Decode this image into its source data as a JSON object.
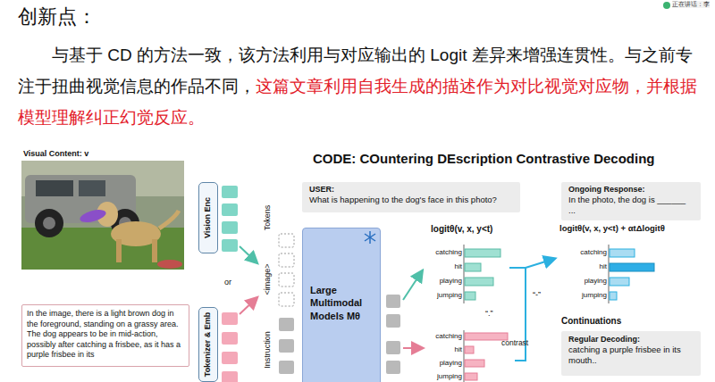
{
  "diagram": {
    "title": "CODE: COuntering DEscription Contrastive Decoding",
    "nodes": [
      {
        "text": [
          "USER:",
          "What is happening to the dog's face in this photo?"
        ]
      },
      {
        "text": [
          "Ongoing Response:",
          "In the photo, the dog is ______ ..."
        ]
      },
      {
        "text": [
          "Vision Enc"
        ]
      },
      {
        "text": [
          "Tokenizer & Emb"
        ]
      },
      {
        "text": [
          "Large Multimodal Models Mθ"
        ]
      },
      {
        "text": [
          "In the image, there is a light brown dog in the foreground, standing on a grassy area. The dog appears to be in mid-action, possibly after catching a frisbee, as it has a purple frisbee in its"
        ]
      },
      {
        "text": [
          "Regular Decoding:",
          "catching a purple frisbee in its mouth.."
        ]
      }
    ],
    "labels": [
      "正在讲话：李",
      "创新点：",
      "与基于 CD 的方法一致，该方法利用与对应输出的 Logit 差异来增强连贯性。与之前专注于扭曲视觉信息的作品不同，",
      "这篇文章利用自我生成的描述作为对比视觉对应物，并根据模型理解纠正幻觉反应。",
      "Visual Content: v",
      "or",
      "Tokens",
      "<image>",
      "Instruction",
      "logitθ(v, x, y<t)",
      "catching",
      "hit",
      "playing",
      "jumping",
      "“.”",
      "contrast",
      "“-”",
      "catching",
      "hit",
      "playing",
      "jumping",
      "logitθ(v, x, y<t) + αtΔlogitθ",
      "catching",
      "hit",
      "playing",
      "jumping",
      "Continuations"
    ]
  }
}
